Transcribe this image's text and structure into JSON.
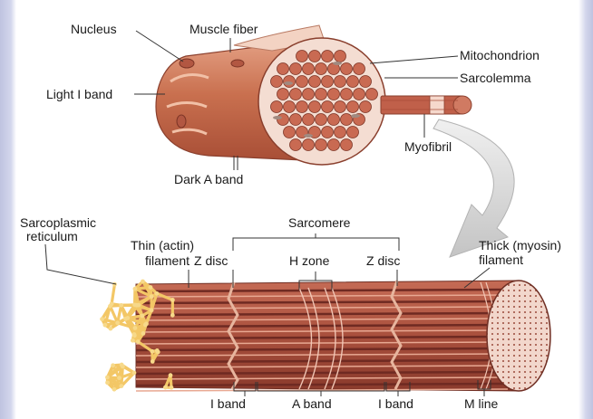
{
  "labels": {
    "nucleus": "Nucleus",
    "muscle_fiber": "Muscle fiber",
    "mitochondrion": "Mitochondrion",
    "sarcolemma": "Sarcolemma",
    "light_i_band": "Light I band",
    "myofibril": "Myofibril",
    "dark_a_band": "Dark A band",
    "sarcoplasmic_reticulum_1": "Sarcoplasmic",
    "sarcoplasmic_reticulum_2": "reticulum",
    "thin_filament_1": "Thin (actin)",
    "thin_filament_2": "filament",
    "sarcomere": "Sarcomere",
    "z_disc_left": "Z disc",
    "h_zone": "H zone",
    "z_disc_right": "Z disc",
    "thick_filament_1": "Thick (myosin)",
    "thick_filament_2": "filament",
    "i_band_left": "I band",
    "a_band": "A band",
    "i_band_right": "I band",
    "m_line": "M line"
  },
  "colors": {
    "muscle": "#c96f55",
    "muscle_light": "#e9a78d",
    "muscle_dark": "#9a4532",
    "fibril": "#c0604a",
    "reticulum": "#f3c766",
    "arrow": "#d7d7d7"
  }
}
